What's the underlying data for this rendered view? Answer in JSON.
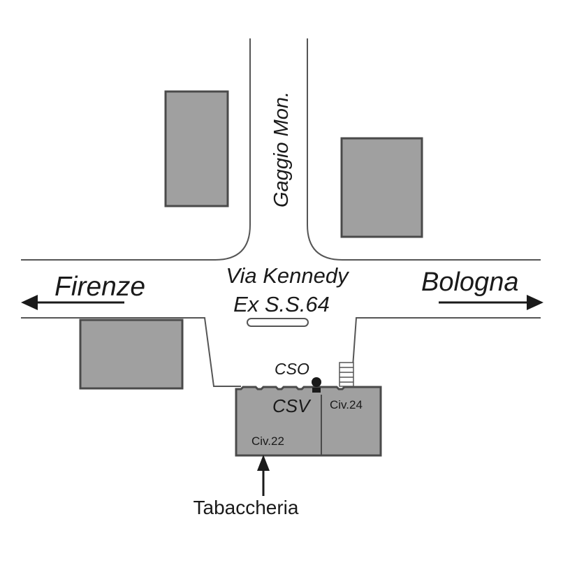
{
  "labels": {
    "north_road": "Gaggio Mon.",
    "west_direction": "Firenze",
    "east_direction": "Bologna",
    "street_name": "Via Kennedy",
    "street_alt": "Ex S.S.64",
    "point_cso": "CSO",
    "point_csv": "CSV",
    "civic_22": "Civ.22",
    "civic_24": "Civ.24",
    "landmark": "Tabaccheria"
  },
  "colors": {
    "building_fill": "#a0a0a0",
    "building_stroke": "#4a4a4a",
    "road_line": "#555555",
    "ink": "#1a1a1a"
  }
}
